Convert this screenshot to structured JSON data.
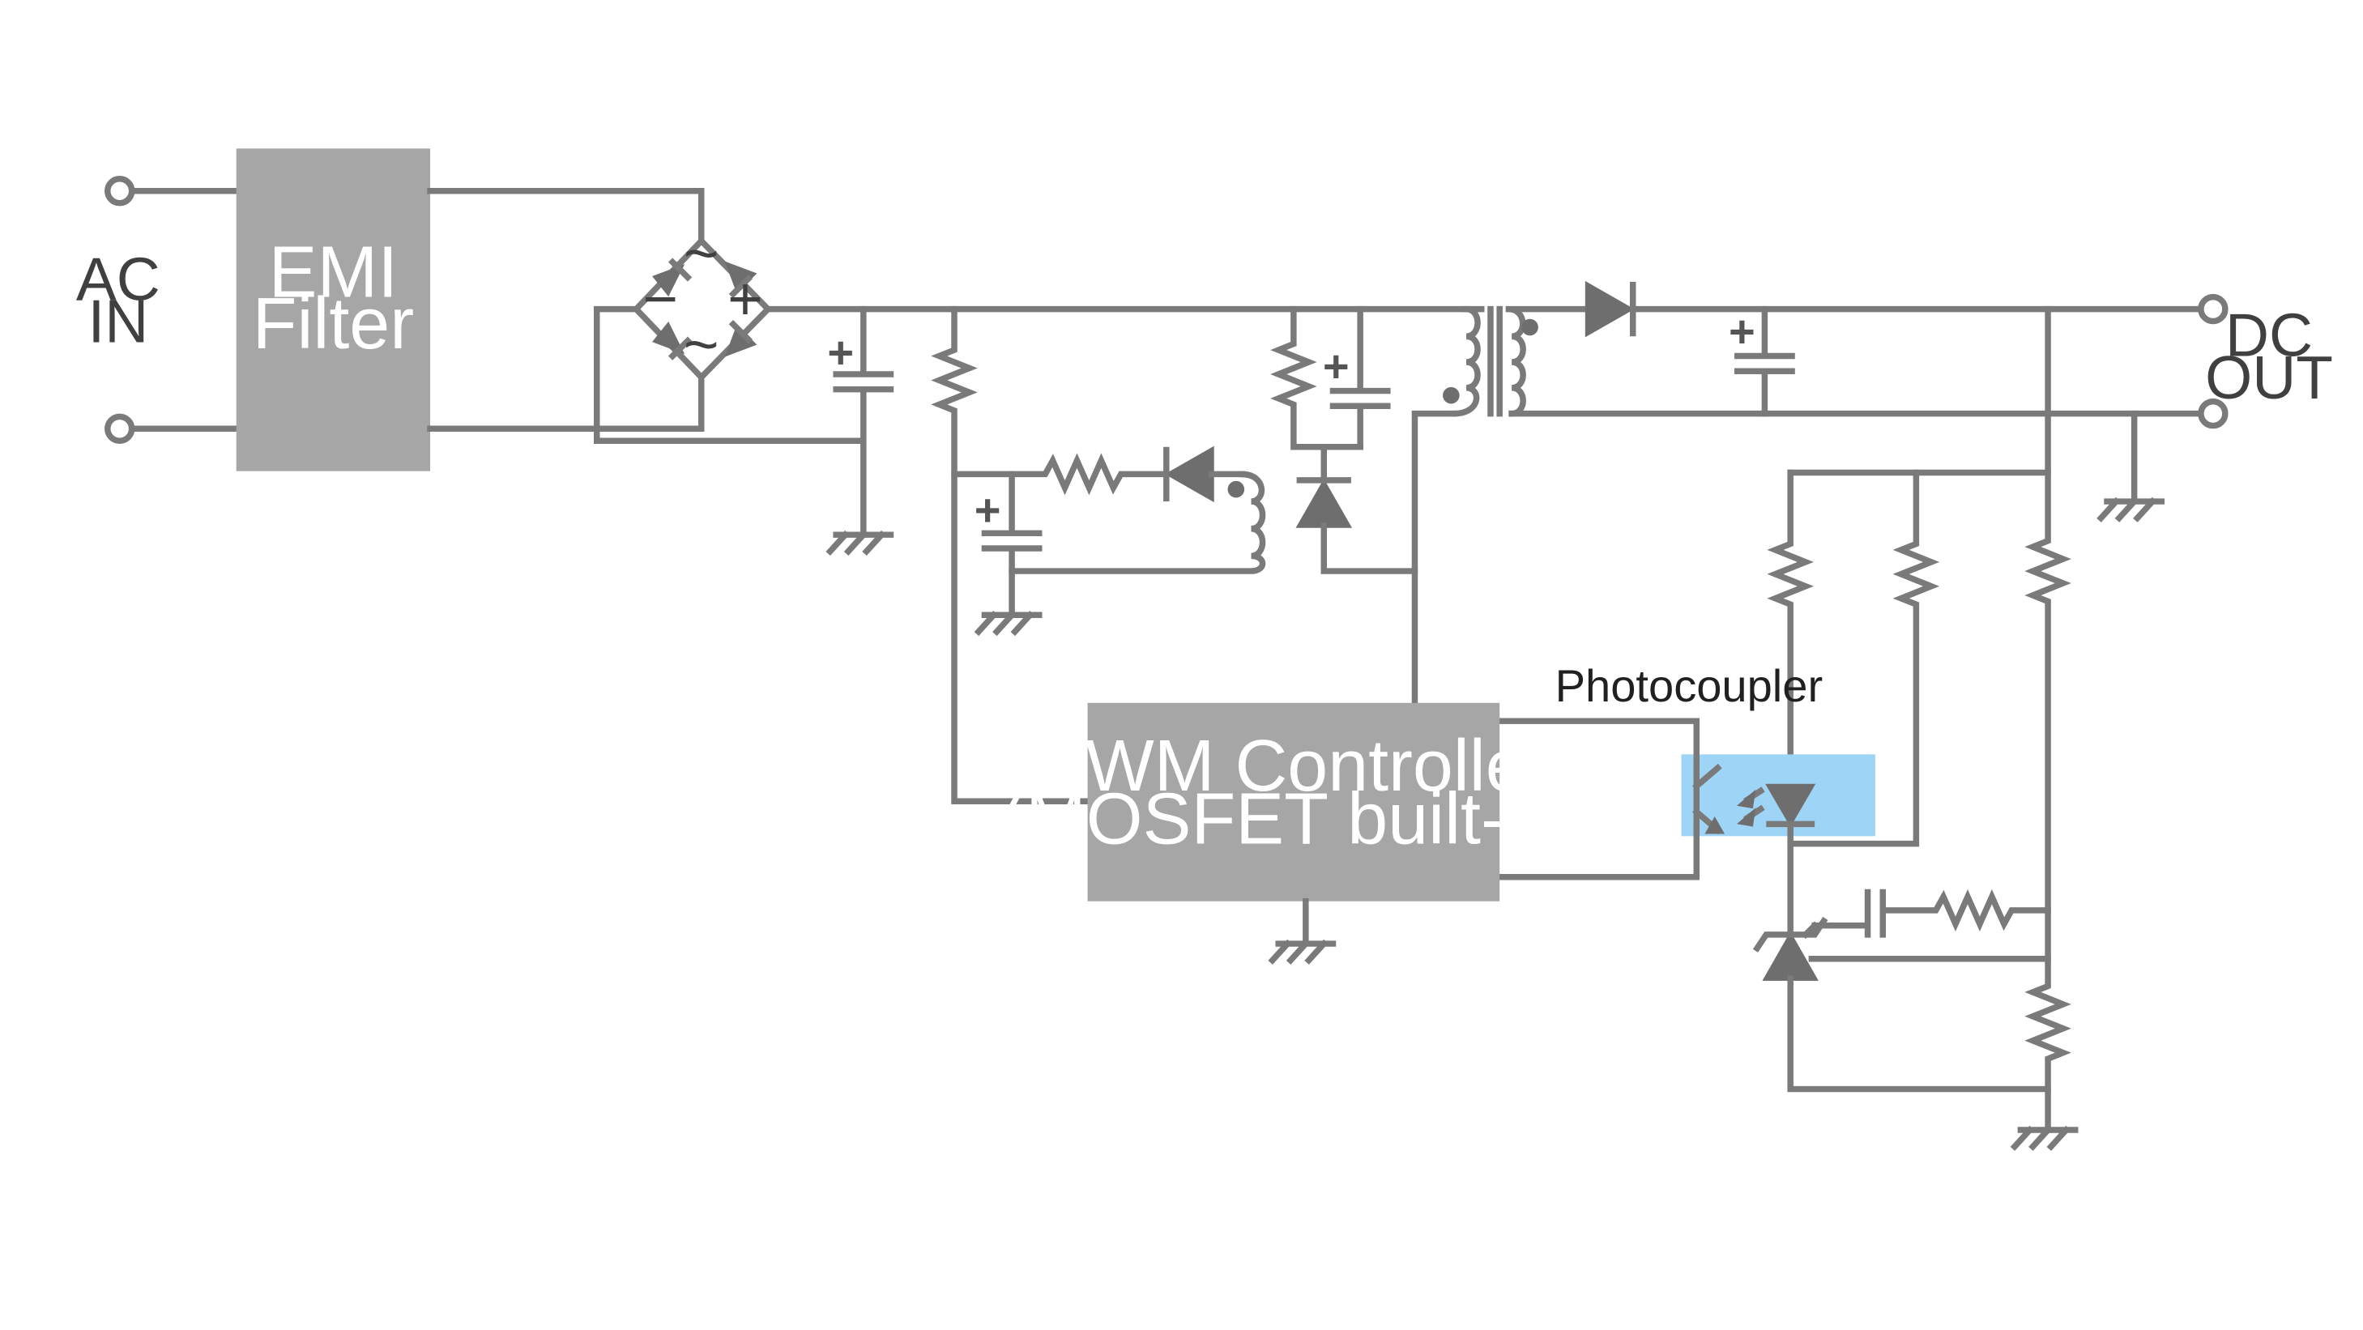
{
  "labels": {
    "ac_in_line1": "AC",
    "ac_in_line2": "IN",
    "dc_out_line1": "DC",
    "dc_out_line2": "OUT",
    "photocoupler": "Photocoupler"
  },
  "blocks": {
    "emi_filter": {
      "line1": "EMI",
      "line2": "Filter"
    },
    "pwm_controller": {
      "line1": "PWM Controller",
      "line2": "(MOSFET built-in)"
    }
  },
  "bridge_symbols": {
    "ac": "~",
    "minus": "−",
    "plus": "+"
  },
  "capacitor_polarity": "+",
  "colors": {
    "wire": "#7a7a7a",
    "block": "#a6a6a6",
    "photocoupler_highlight": "#9ed4f5"
  }
}
